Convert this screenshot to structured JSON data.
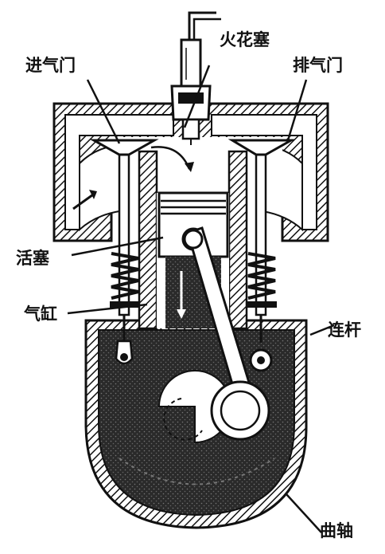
{
  "labels": {
    "spark_plug": "火花塞",
    "intake_valve": "进气门",
    "exhaust_valve": "排气门",
    "piston": "活塞",
    "cylinder": "气缸",
    "connecting_rod": "连杆",
    "crankshaft": "曲轴"
  },
  "colors": {
    "ink": "#111111",
    "paper": "#ffffff",
    "crankcase_fill": "#2a2a2a"
  }
}
